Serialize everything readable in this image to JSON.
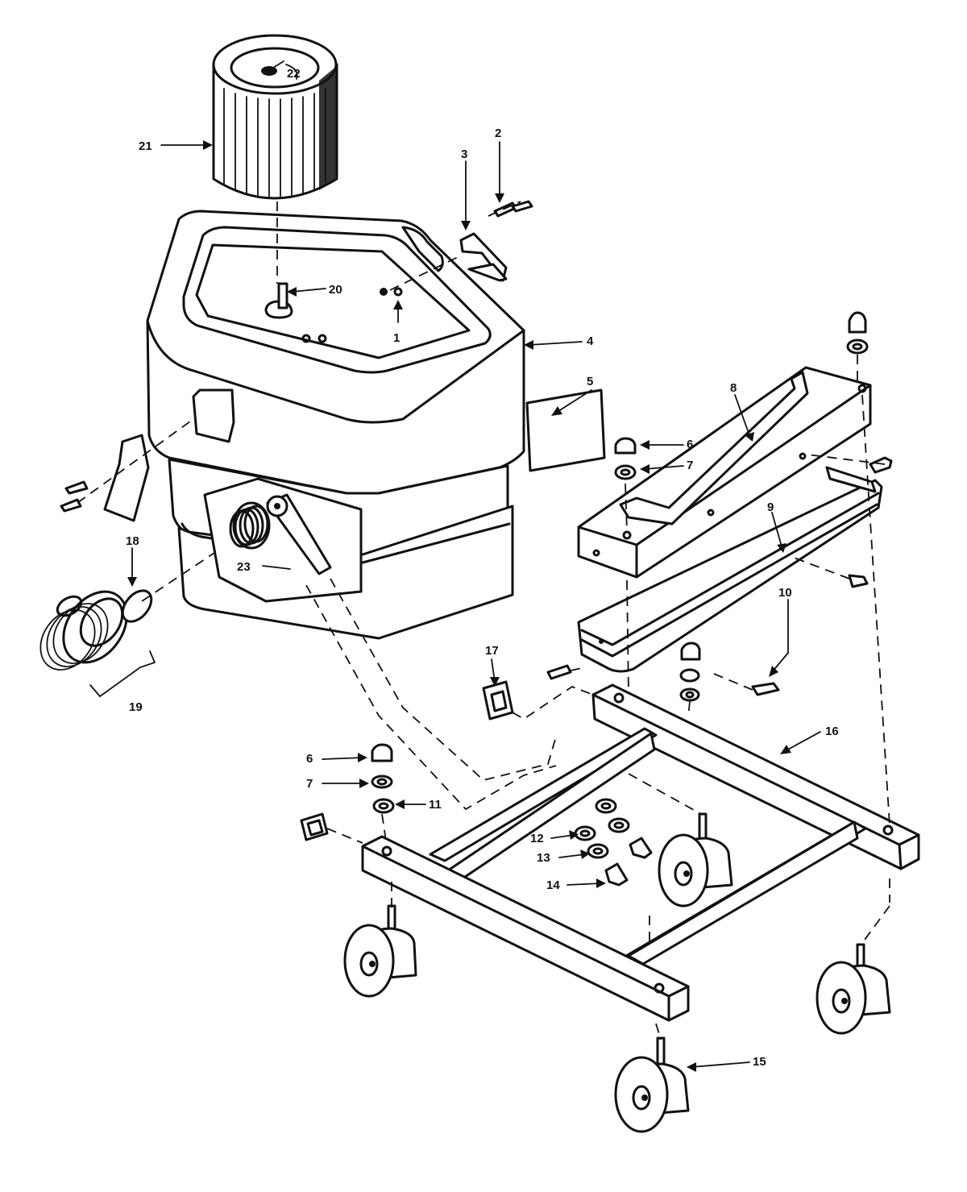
{
  "callouts": [
    {
      "id": "1",
      "text": "1"
    },
    {
      "id": "2",
      "text": "2"
    },
    {
      "id": "3",
      "text": "3"
    },
    {
      "id": "4",
      "text": "4"
    },
    {
      "id": "5",
      "text": "5"
    },
    {
      "id": "6a",
      "text": "6"
    },
    {
      "id": "7a",
      "text": "7"
    },
    {
      "id": "8",
      "text": "8"
    },
    {
      "id": "9",
      "text": "9"
    },
    {
      "id": "10",
      "text": "10"
    },
    {
      "id": "6b",
      "text": "6"
    },
    {
      "id": "7b",
      "text": "7"
    },
    {
      "id": "11",
      "text": "11"
    },
    {
      "id": "12",
      "text": "12"
    },
    {
      "id": "13",
      "text": "13"
    },
    {
      "id": "14",
      "text": "14"
    },
    {
      "id": "15",
      "text": "15"
    },
    {
      "id": "16",
      "text": "16"
    },
    {
      "id": "17",
      "text": "17"
    },
    {
      "id": "18",
      "text": "18"
    },
    {
      "id": "19",
      "text": "19"
    },
    {
      "id": "20",
      "text": "20"
    },
    {
      "id": "21",
      "text": "21"
    },
    {
      "id": "22",
      "text": "22"
    },
    {
      "id": "23",
      "text": "23"
    }
  ]
}
